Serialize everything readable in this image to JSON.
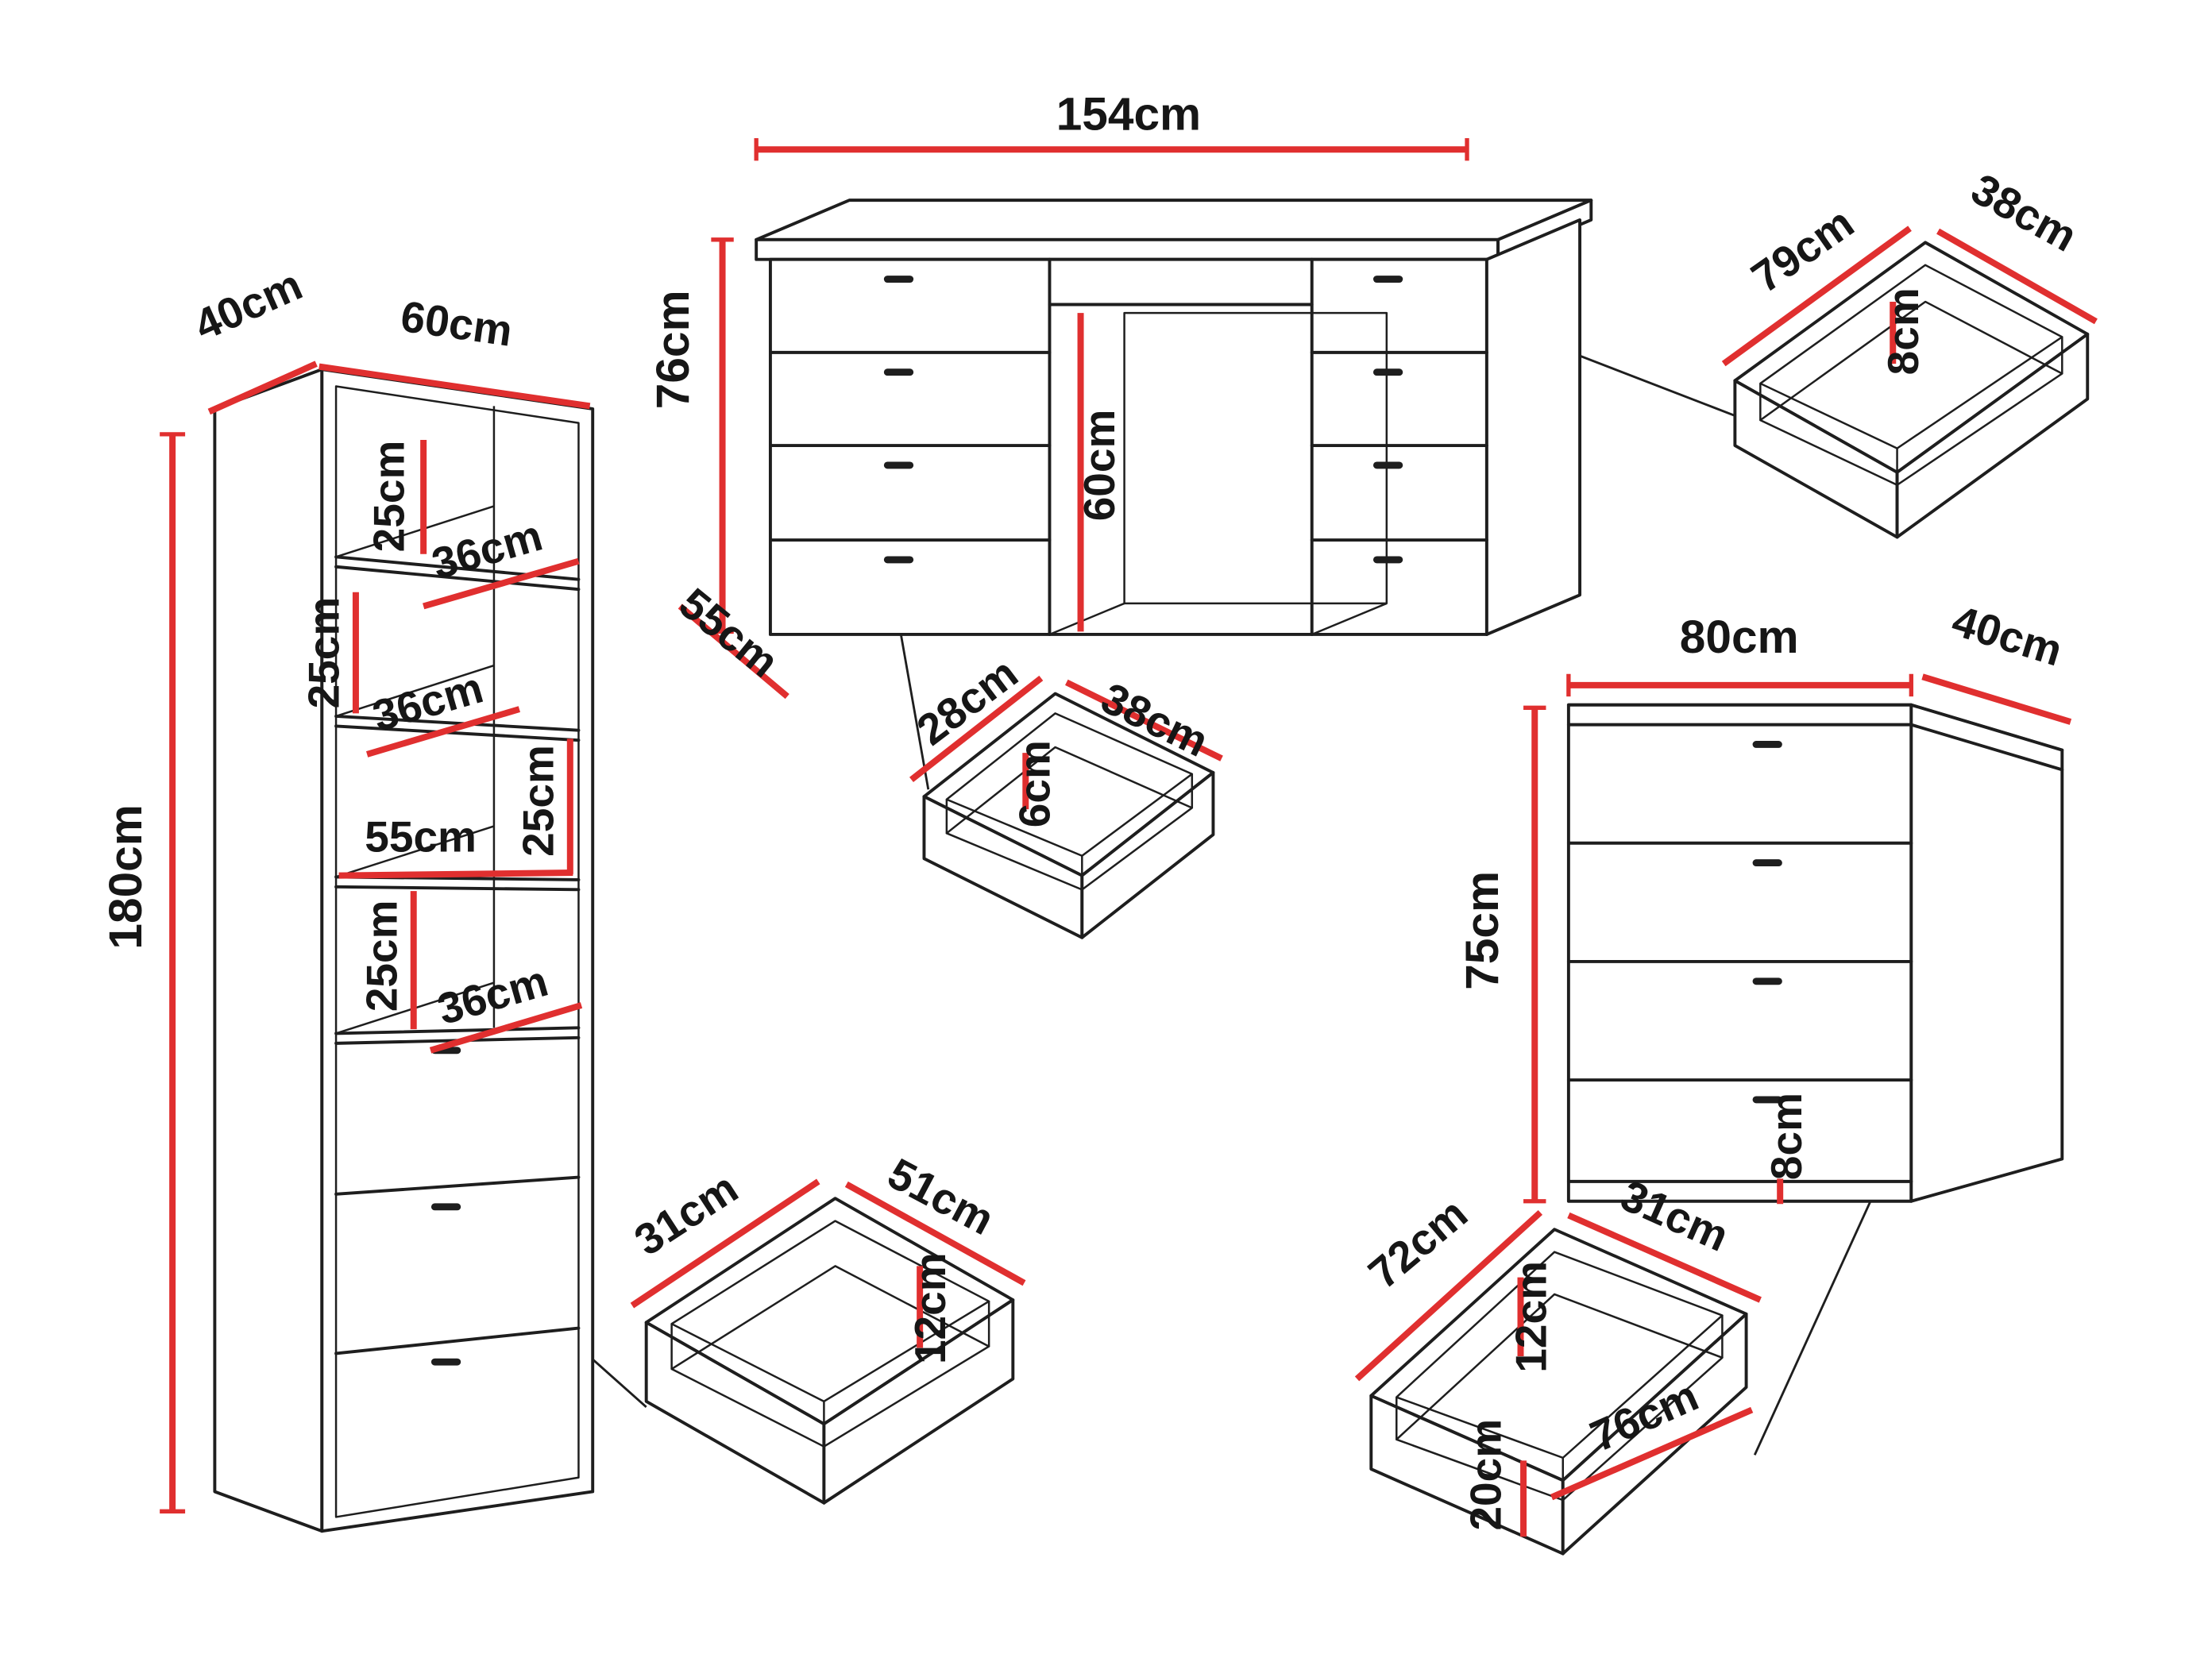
{
  "diagram": {
    "unit": "cm",
    "accent_color": "#e02f2f",
    "line_color": "#1e1e1e"
  },
  "cabinet": {
    "depth": "40cm",
    "width": "60cm",
    "height": "180cm",
    "gap1": "25cm",
    "shelf1_depth": "36cm",
    "gap2": "25cm",
    "shelf2_depth": "36cm",
    "gap3": "25cm",
    "interior_width": "55cm",
    "gap4": "25cm",
    "shelf4_depth": "36cm"
  },
  "desk": {
    "width": "154cm",
    "height": "76cm",
    "depth": "55cm",
    "knee_height": "60cm"
  },
  "desk_drawer": {
    "width": "79cm",
    "depth": "38cm",
    "height": "8cm"
  },
  "small_drawer": {
    "width": "28cm",
    "depth": "38cm",
    "height": "6cm"
  },
  "chest": {
    "width": "80cm",
    "depth": "40cm",
    "height": "75cm",
    "plinth_height": "8cm"
  },
  "cabinet_drawer": {
    "width": "31cm",
    "depth": "51cm",
    "height": "12cm"
  },
  "chest_drawer": {
    "width": "72cm",
    "depth": "31cm",
    "inner_height": "12cm",
    "front_height": "20cm",
    "front_width": "76cm"
  }
}
